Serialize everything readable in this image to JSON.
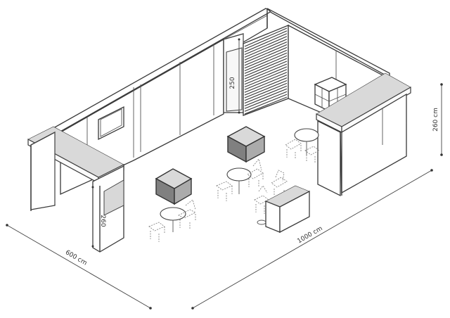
{
  "dimensions": {
    "length": "1000 cm",
    "width": "600 cm",
    "height_right": "260 cm",
    "height_front_wall": "260",
    "height_storage": "250"
  },
  "colors": {
    "line": "#3a3a3a",
    "cube_top": "#d9d9d9",
    "cube_side": "#808080",
    "cube_front": "#ababab",
    "panel": "#d8d8d8"
  }
}
